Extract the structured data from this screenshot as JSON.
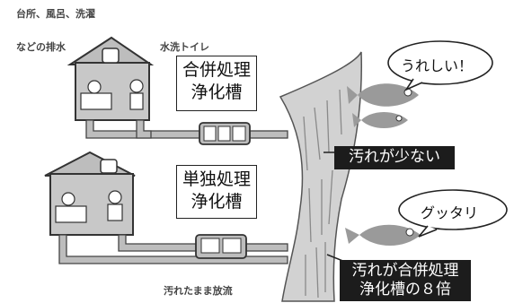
{
  "labels": {
    "kitchen_line1": "台所、風呂、洗濯",
    "kitchen_line2": "などの排水",
    "flush_toilet": "水洗トイレ",
    "untreated": "汚れたまま放流"
  },
  "combined_tank": {
    "line1": "合併処理",
    "line2": "浄化槽"
  },
  "single_tank": {
    "line1": "単独処理",
    "line2": "浄化槽"
  },
  "tags": {
    "less_dirty": "汚れが少ない",
    "eight_times_line1": "汚れが合併処理",
    "eight_times_line2": "浄化槽の８倍"
  },
  "bubbles": {
    "happy": "うれしい！",
    "exhausted": "グッタリ"
  },
  "colors": {
    "fish": "#9a9a9a",
    "tag_bg": "#1c1c1c",
    "house": "#bdbdbd",
    "water": "#cfcfcf"
  }
}
